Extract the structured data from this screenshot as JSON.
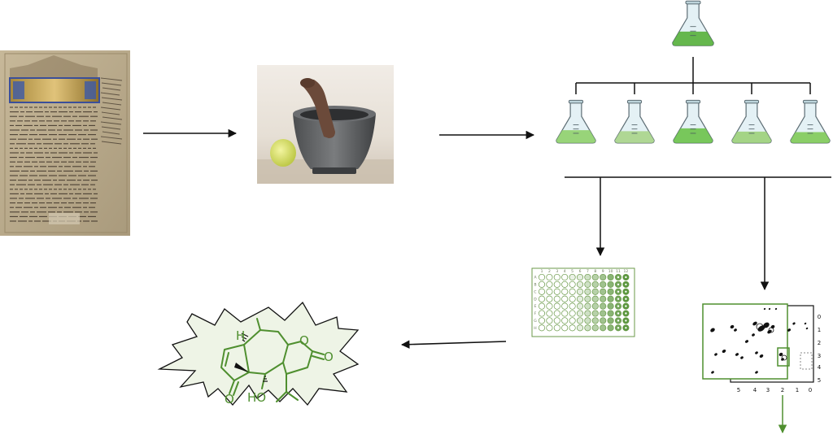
{
  "plate": {
    "columns": [
      "1",
      "2",
      "3",
      "4",
      "5",
      "6",
      "7",
      "8",
      "9",
      "10",
      "11",
      "12"
    ],
    "rows": [
      "A",
      "B",
      "C",
      "D",
      "E",
      "F",
      "G",
      "H"
    ]
  },
  "spectrum": {
    "axis_x_ticks": [
      "5",
      "4",
      "3",
      "2",
      "1",
      "0"
    ],
    "axis_y_ticks": [
      "0",
      "1",
      "2",
      "3",
      "4",
      "5"
    ]
  },
  "molecule": {
    "labels": {
      "hydrogen": "H",
      "ketone_o": "O",
      "hydroxyl": "HO",
      "ring_o": "O",
      "lactone_o": "O"
    }
  },
  "colors": {
    "accent_green": "#4f8f2f",
    "light_green": "#eef4e6",
    "glass": "#cfe6ee",
    "pestle_wood": "#6b4a3a",
    "mortar_metal": "#5c5e60",
    "manuscript_paper": "#b8a98a",
    "manuscript_ink": "#3a2f25"
  }
}
